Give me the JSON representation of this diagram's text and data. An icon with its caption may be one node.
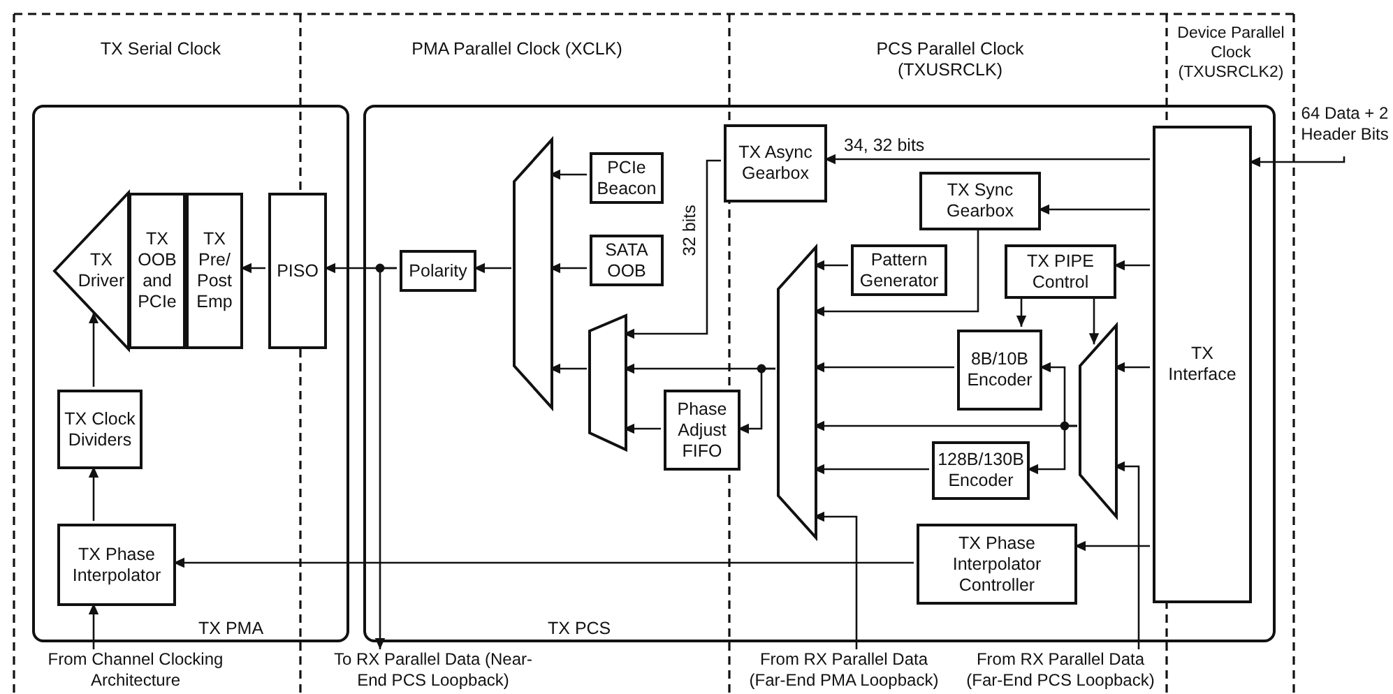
{
  "diagram": {
    "nodes": [
      {
        "text": [
          "TX PMA"
        ]
      },
      {
        "text": [
          "TX Driver"
        ],
        "in": 0
      },
      {
        "text": [
          "TX OOB and PCIe"
        ],
        "in": 0
      },
      {
        "text": [
          "TX Pre/ Post Emp"
        ],
        "in": 0
      },
      {
        "text": [
          "PISO"
        ],
        "in": 0
      },
      {
        "text": [
          "TX Clock Dividers"
        ],
        "in": 0
      },
      {
        "text": [
          "TX Phase Interpolator"
        ],
        "in": 0
      },
      {
        "text": [
          "TX PCS"
        ]
      },
      {
        "text": [
          "Polarity"
        ],
        "in": 7
      },
      {
        "text": [],
        "shape": "trapezoid",
        "in": 7
      },
      {
        "text": [
          "PCIe Beacon"
        ],
        "in": 7
      },
      {
        "text": [
          "SATA OOB"
        ],
        "in": 7
      },
      {
        "text": [],
        "shape": "trapezoid",
        "in": 7
      },
      {
        "text": [
          "Phase Adjust FIFO"
        ],
        "in": 7
      },
      {
        "text": [
          "TX Async Gearbox"
        ],
        "in": 7
      },
      {
        "text": [
          "TX Sync Gearbox"
        ],
        "in": 7
      },
      {
        "text": [
          "Pattern Generator"
        ],
        "in": 7
      },
      {
        "text": [],
        "shape": "trapezoid",
        "in": 7
      },
      {
        "text": [
          "TX PIPE Control"
        ],
        "in": 7
      },
      {
        "text": [
          "8B/10B Encoder"
        ],
        "in": 7
      },
      {
        "text": [],
        "shape": "trapezoid",
        "in": 7
      },
      {
        "text": [
          "128B/130B Encoder"
        ],
        "in": 7
      },
      {
        "text": [
          "TX Phase Interpolator Controller"
        ],
        "in": 7
      },
      {
        "text": [
          "TX Interface"
        ],
        "in": 7
      },
      {
        "text": [
          "64 Data + 2 Header Bits"
        ]
      },
      {
        "text": [
          "From Channel Clocking Architecture"
        ]
      },
      {
        "text": [
          "To RX Parallel Data (Near-End PCS Loopback)"
        ]
      },
      {
        "text": [
          "From RX Parallel Data (Far-End PMA Loopback)"
        ]
      },
      {
        "text": [
          "From RX Parallel Data (Far-End PCS Loopback)"
        ]
      }
    ],
    "edges": [
      {
        "from": 4,
        "to": 3,
        "arrow": "to"
      },
      {
        "from": 8,
        "to": 4,
        "arrow": "to"
      },
      {
        "from": 8,
        "to": 26,
        "arrow": "to"
      },
      {
        "from": 9,
        "to": 8,
        "arrow": "to"
      },
      {
        "from": 10,
        "to": 9,
        "arrow": "to"
      },
      {
        "from": 11,
        "to": 9,
        "arrow": "to"
      },
      {
        "from": 12,
        "to": 9,
        "arrow": "to"
      },
      {
        "from": 14,
        "to": 12,
        "arrow": "to",
        "label": "32 bits"
      },
      {
        "from": 17,
        "to": 12,
        "arrow": "to"
      },
      {
        "from": 17,
        "to": 13,
        "arrow": "to"
      },
      {
        "from": 13,
        "to": 12,
        "arrow": "to"
      },
      {
        "from": 16,
        "to": 17,
        "arrow": "to"
      },
      {
        "from": 15,
        "to": 17,
        "arrow": "to"
      },
      {
        "from": 19,
        "to": 17,
        "arrow": "to"
      },
      {
        "from": 21,
        "to": 17,
        "arrow": "to"
      },
      {
        "from": 20,
        "to": 17,
        "arrow": "to"
      },
      {
        "from": 20,
        "to": 19,
        "arrow": "to"
      },
      {
        "from": 20,
        "to": 21,
        "arrow": "to"
      },
      {
        "from": 18,
        "to": 19,
        "arrow": "to"
      },
      {
        "from": 18,
        "to": 20,
        "arrow": "to"
      },
      {
        "from": 23,
        "to": 14,
        "arrow": "to",
        "label": "34, 32 bits"
      },
      {
        "from": 23,
        "to": 15,
        "arrow": "to"
      },
      {
        "from": 23,
        "to": 18,
        "arrow": "to"
      },
      {
        "from": 23,
        "to": 20,
        "arrow": "to"
      },
      {
        "from": 23,
        "to": 22,
        "arrow": "to"
      },
      {
        "from": 28,
        "to": 20,
        "arrow": "to"
      },
      {
        "from": 27,
        "to": 17,
        "arrow": "to"
      },
      {
        "from": 22,
        "to": 6,
        "arrow": "to"
      },
      {
        "from": 24,
        "to": 23,
        "arrow": "to"
      },
      {
        "from": 25,
        "to": 6,
        "arrow": "to"
      },
      {
        "from": 6,
        "to": 5,
        "arrow": "to"
      },
      {
        "from": 5,
        "to": 1,
        "arrow": "to"
      }
    ],
    "labels": [
      "TX Serial Clock",
      "PMA Parallel Clock (XCLK)",
      "PCS Parallel Clock (TXUSRCLK)",
      "Device Parallel Clock (TXUSRCLK2)"
    ]
  }
}
